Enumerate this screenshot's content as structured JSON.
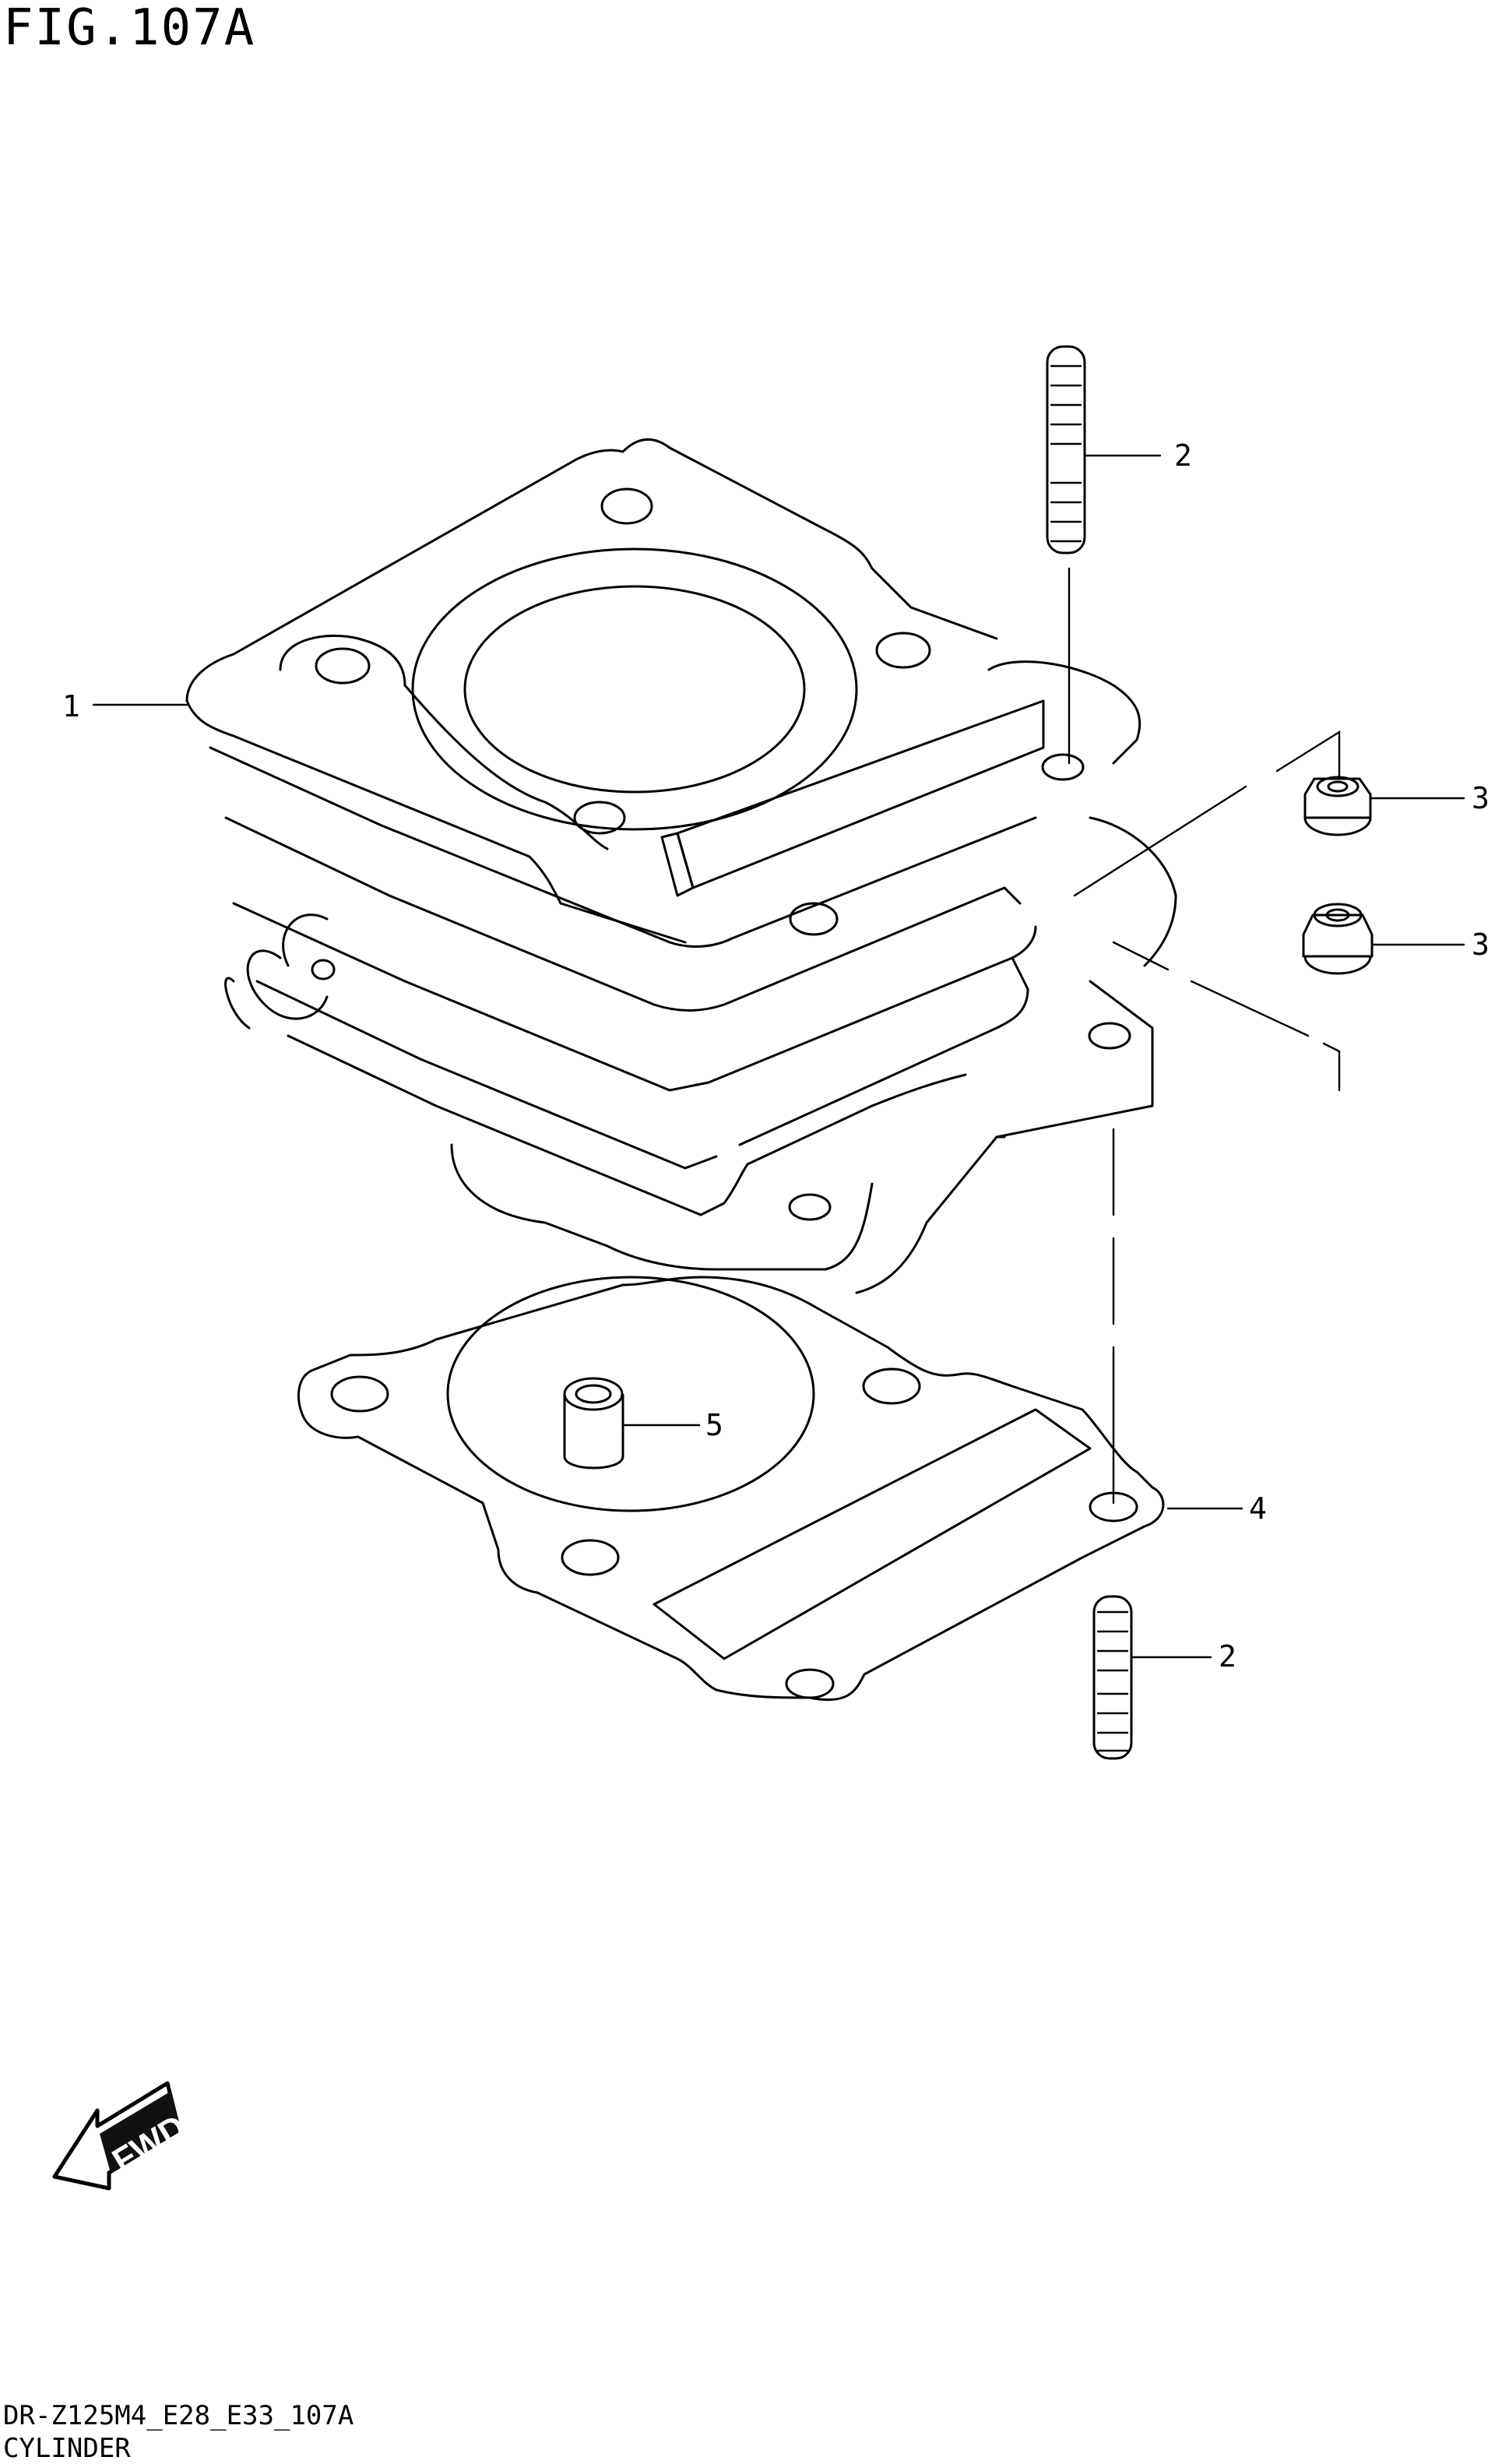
{
  "figure": {
    "title": "FIG.107A",
    "model_code": "DR-Z125M4_E28_E33_107A",
    "section_name": "CYLINDER"
  },
  "callouts": [
    {
      "id": "cylinder",
      "number": "1"
    },
    {
      "id": "stud-upper",
      "number": "2"
    },
    {
      "id": "stud-lower",
      "number": "2"
    },
    {
      "id": "nut-upper",
      "number": "3"
    },
    {
      "id": "nut-lower",
      "number": "3"
    },
    {
      "id": "gasket",
      "number": "4"
    },
    {
      "id": "dowel-pin",
      "number": "5"
    }
  ],
  "fwd_badge": {
    "label": "FWD",
    "icon": "forward-arrow-icon"
  }
}
